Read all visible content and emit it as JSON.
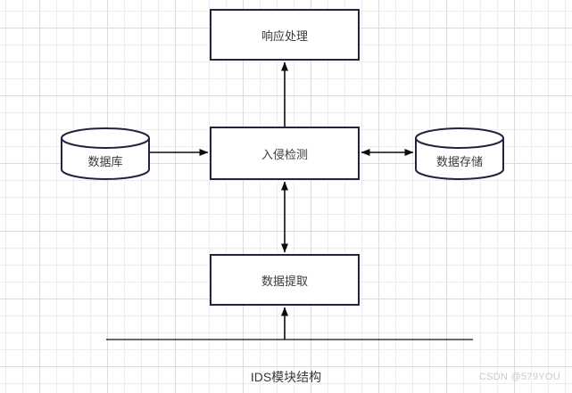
{
  "diagram": {
    "title": "IDS模块结构",
    "nodes": {
      "response_processing": {
        "label": "响应处理",
        "shape": "rect"
      },
      "intrusion_detection": {
        "label": "入侵检测",
        "shape": "rect"
      },
      "data_extraction": {
        "label": "数据提取",
        "shape": "rect"
      },
      "database": {
        "label": "数据库",
        "shape": "cylinder"
      },
      "data_storage": {
        "label": "数据存储",
        "shape": "cylinder"
      }
    },
    "connectors": [
      {
        "from": "intrusion_detection",
        "to": "response_processing",
        "arrows": "end"
      },
      {
        "from": "database",
        "to": "intrusion_detection",
        "arrows": "end"
      },
      {
        "from": "intrusion_detection",
        "to": "data_storage",
        "arrows": "both"
      },
      {
        "from": "intrusion_detection",
        "to": "data_extraction",
        "arrows": "both"
      },
      {
        "from": "baseline",
        "to": "data_extraction",
        "arrows": "end"
      }
    ]
  },
  "watermark": "CSDN @579YOU",
  "colors": {
    "node_border": "#1f2440",
    "connector": "#0d0d0d",
    "node_text": "#3a3a3a",
    "title_text": "#383838",
    "watermark_text": "#c9c9c9",
    "grid_minor": "#ededed",
    "grid_major": "#dcdcdc",
    "canvas_bg": "#ffffff"
  }
}
